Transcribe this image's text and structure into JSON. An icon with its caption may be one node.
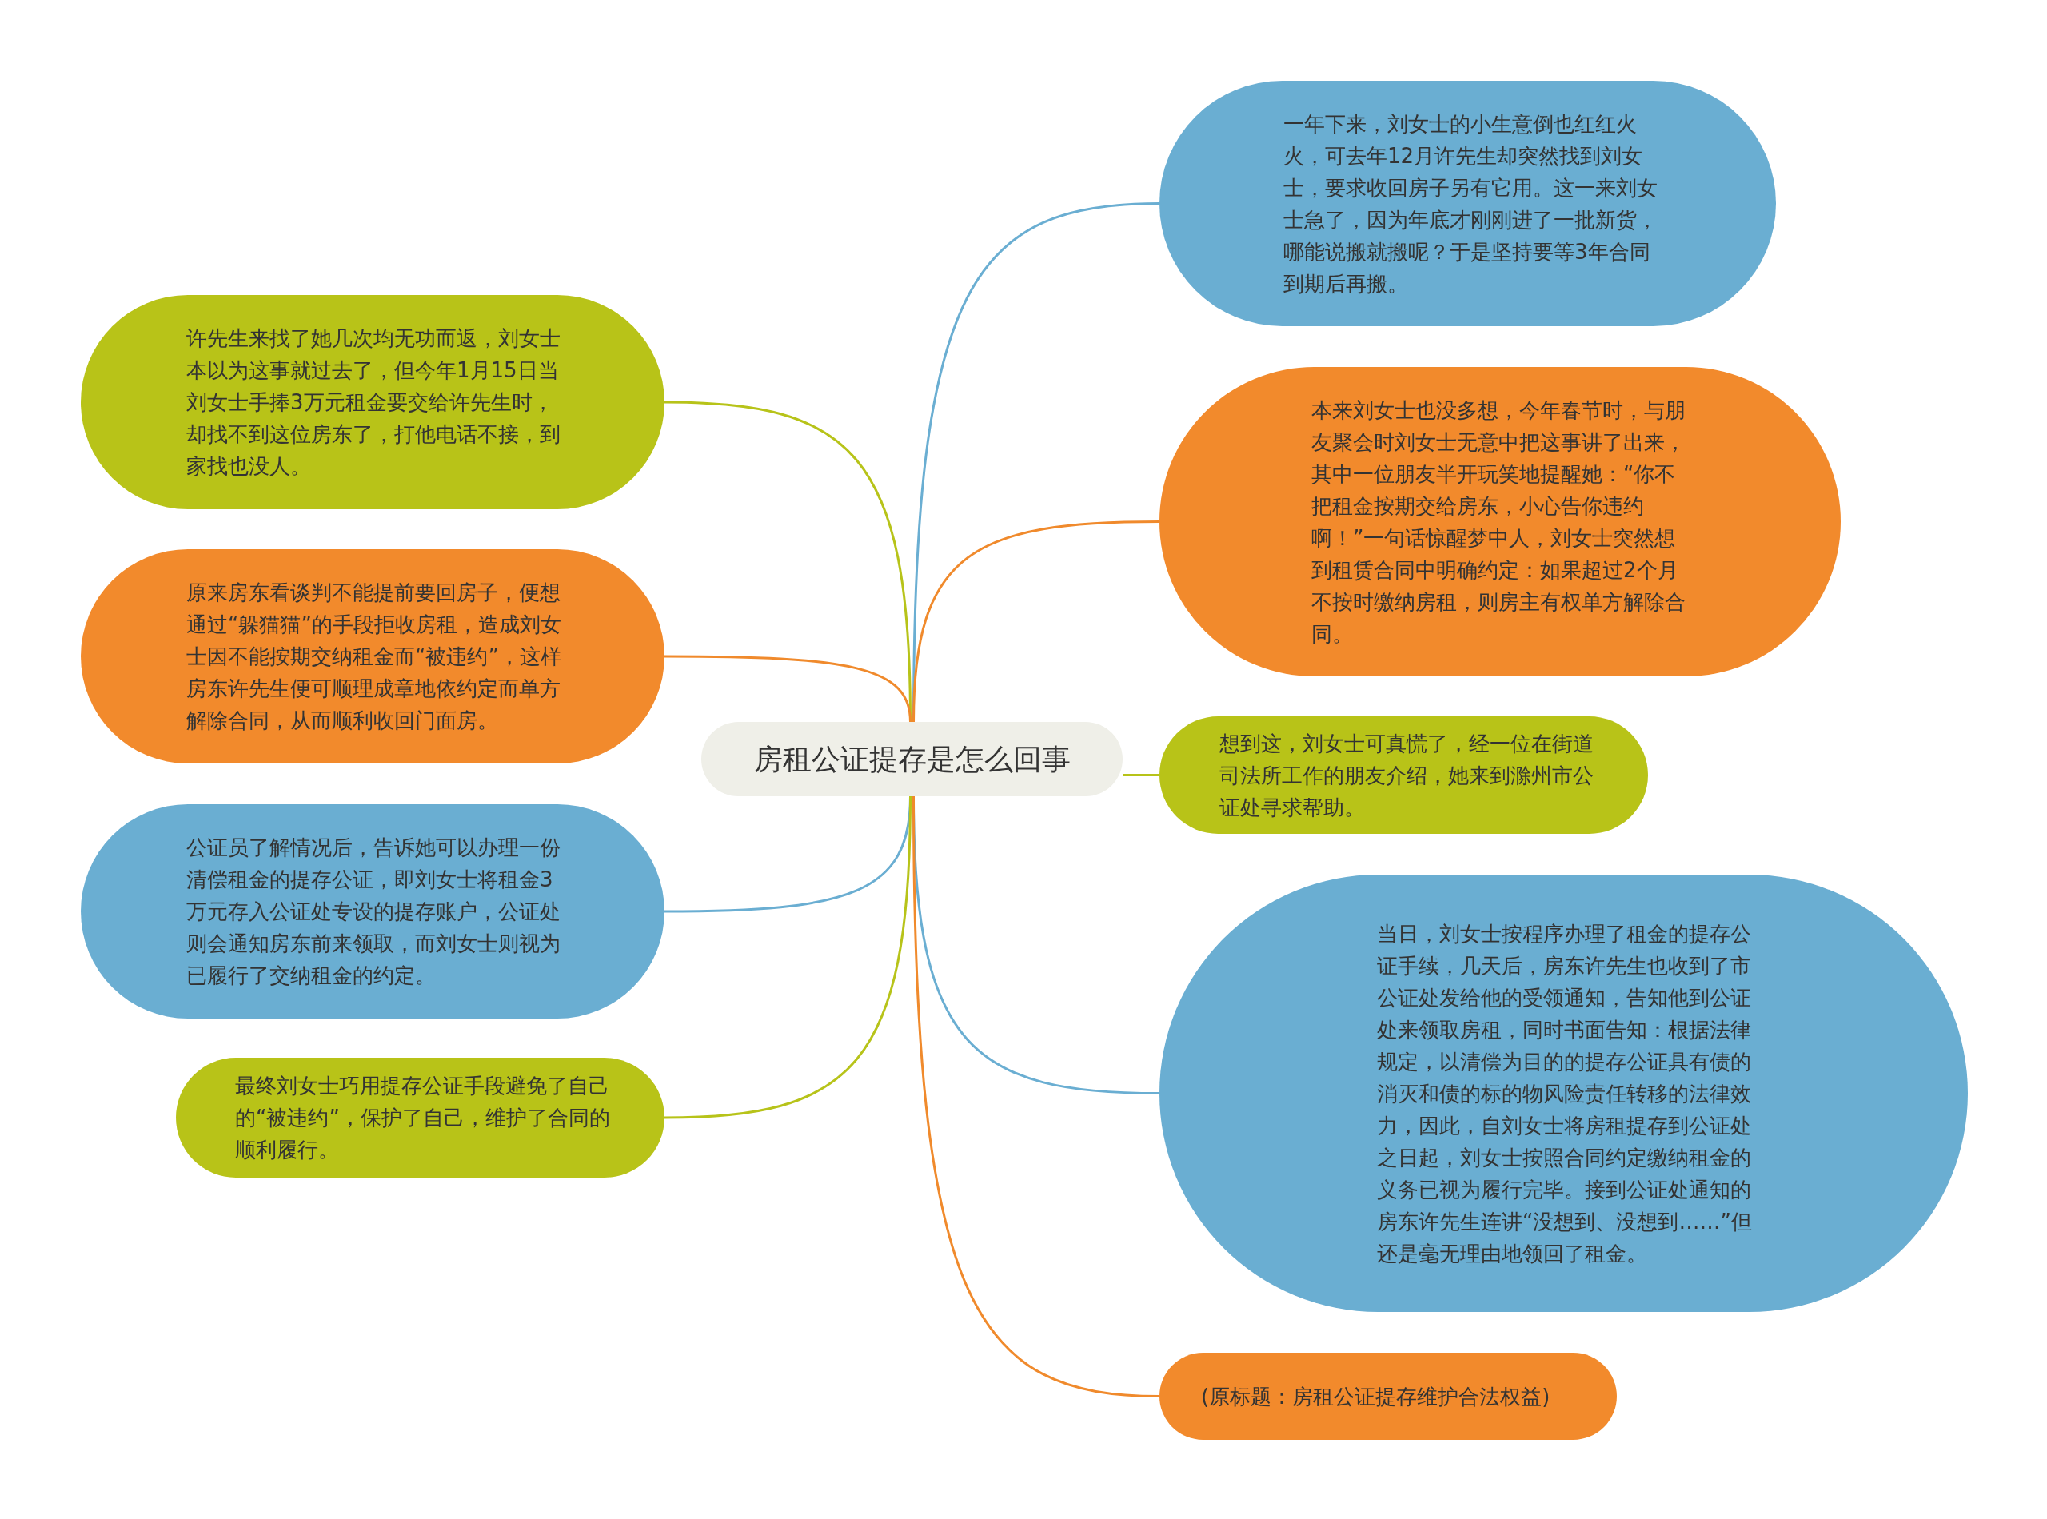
{
  "diagram": {
    "nodes": [
      {
        "text": [
          "房租公证提存是怎么回事"
        ]
      },
      {
        "text": [
          "一年下来，刘女士的小生意倒也红红火火，可去年12月许先生却突然找到刘女士，要求收回房子另有它用。这一来刘女士急了，因为年底才刚刚进了一批新货，哪能说搬就搬呢？于是坚持要等3年合同到期后再搬。"
        ]
      },
      {
        "text": [
          "本来刘女士也没多想，今年春节时，与朋友聚会时刘女士无意中把这事讲了出来，其中一位朋友半开玩笑地提醒她：“你不把租金按期交给房东，小心告你违约啊！”一句话惊醒梦中人，刘女士突然想到租赁合同中明确约定：如果超过2个月不按时缴纳房租，则房主有权单方解除合同。"
        ]
      },
      {
        "text": [
          "想到这，刘女士可真慌了，经一位在街道司法所工作的朋友介绍，她来到滁州市公证处寻求帮助。"
        ]
      },
      {
        "text": [
          "当日，刘女士按程序办理了租金的提存公证手续，几天后，房东许先生也收到了市公证处发给他的受领通知，告知他到公证处来领取房租，同时书面告知：根据法律规定，以清偿为目的的提存公证具有债的消灭和债的标的物风险责任转移的法律效力，因此，自刘女士将房租提存到公证处之日起，刘女士按照合同约定缴纳租金的义务已视为履行完毕。接到公证处通知的房东许先生连讲“没想到、没想到……”但还是毫无理由地领回了租金。"
        ]
      },
      {
        "text": [
          "(原标题：房租公证提存维护合法权益)"
        ]
      },
      {
        "text": [
          "许先生来找了她几次均无功而返，刘女士本以为这事就过去了，但今年1月15日当刘女士手捧3万元租金要交给许先生时，却找不到这位房东了，打他电话不接，到家找也没人。"
        ]
      },
      {
        "text": [
          "原来房东看谈判不能提前要回房子，便想通过“躲猫猫”的手段拒收房租，造成刘女士因不能按期交纳租金而“被违约”，这样房东许先生便可顺理成章地依约定而单方解除合同，从而顺利收回门面房。"
        ]
      },
      {
        "text": [
          "公证员了解情况后，告诉她可以办理一份清偿租金的提存公证，即刘女士将租金3万元存入公证处专设的提存账户，公证处则会通知房东前来领取，而刘女士则视为已履行了交纳租金的约定。"
        ]
      },
      {
        "text": [
          "最终刘女士巧用提存公证手段避免了自己的“被违约”，保护了自己，维护了合同的顺利履行。"
        ]
      }
    ],
    "edges": [
      {
        "from": 0,
        "to": 1,
        "arrow": "none",
        "color": "#6aaed2"
      },
      {
        "from": 0,
        "to": 2,
        "arrow": "none",
        "color": "#f08a2c"
      },
      {
        "from": 0,
        "to": 3,
        "arrow": "none",
        "color": "#b7c319"
      },
      {
        "from": 0,
        "to": 4,
        "arrow": "none",
        "color": "#6aaed2"
      },
      {
        "from": 0,
        "to": 5,
        "arrow": "none",
        "color": "#f08a2c"
      },
      {
        "from": 0,
        "to": 6,
        "arrow": "none",
        "color": "#b7c319"
      },
      {
        "from": 0,
        "to": 7,
        "arrow": "none",
        "color": "#f08a2c"
      },
      {
        "from": 0,
        "to": 8,
        "arrow": "none",
        "color": "#6aaed2"
      },
      {
        "from": 0,
        "to": 9,
        "arrow": "none",
        "color": "#b7c319"
      }
    ]
  }
}
